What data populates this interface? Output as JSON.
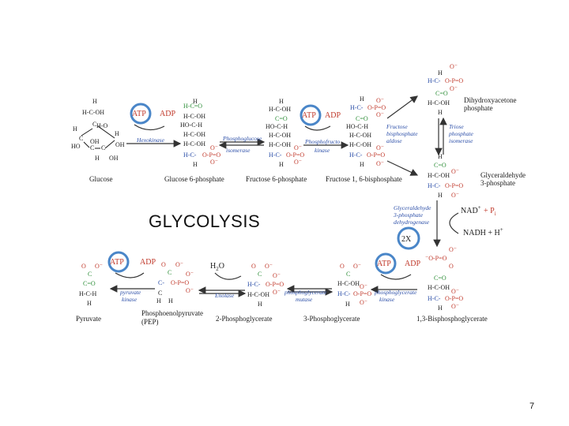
{
  "title": "GLYCOLYSIS",
  "page_number": "7",
  "multiplier": "2X",
  "colors": {
    "atp_circle": "#4a86c8",
    "carbon_blue": "#2b4ea8",
    "carbon_green": "#2f8f3a",
    "phosphate_red": "#c0392b"
  },
  "molecules": {
    "glucose": "Glucose",
    "g6p": "Glucose 6-phosphate",
    "f6p": "Fructose 6-phosphate",
    "f16bp": "Fructose 1, 6-bisphosphate",
    "dhap_1": "Dihydroxyacetone",
    "dhap_2": "phosphate",
    "g3p_1": "Glyceraldehyde",
    "g3p_2": "3-phosphate",
    "bpg13": "1,3-Bisphosphoglycerate",
    "pg3": "3-Phosphoglycerate",
    "pg2": "2-Phosphoglycerate",
    "pep_1": "Phosphoenolpyruvate",
    "pep_2": "(PEP)",
    "pyruvate": "Pyruvate"
  },
  "enzymes": {
    "hexokinase": "Hexokinase",
    "phi_1": "Phosphoglucose",
    "phi_2": "isomerase",
    "pfk_1": "Phosphofructo",
    "pfk_2": "kinase",
    "ald_1": "Fructose",
    "ald_2": "bisphosphate",
    "ald_3": "aldose",
    "tpi_1": "Triose",
    "tpi_2": "phosphate",
    "tpi_3": "isomerase",
    "gapdh_1": "Glyceraldehyde",
    "gapdh_2": "3-phosphate",
    "gapdh_3": "dehydrogenase",
    "pgk_1": "phosphoglycerate",
    "pgk_2": "kinase",
    "pgm_1": "phosphoglycerate",
    "pgm_2": "mutase",
    "enolase": "Enolase",
    "pk_1": "pyruvate",
    "pk_2": "kinase"
  },
  "cofactors": {
    "atp1": "ATP",
    "adp1": "ADP",
    "atp2": "ATP",
    "adp2": "ADP",
    "atp3": "ATP",
    "adp3": "ADP",
    "atp4": "ATP",
    "adp4": "ADP",
    "nad": "NAD",
    "nad_sup": "+",
    "pi": "+ P",
    "pi_sub": "i",
    "nadh": "NADH + H",
    "nadh_sup": "+",
    "water": "H",
    "water_sub": "2",
    "water_o": "O"
  }
}
